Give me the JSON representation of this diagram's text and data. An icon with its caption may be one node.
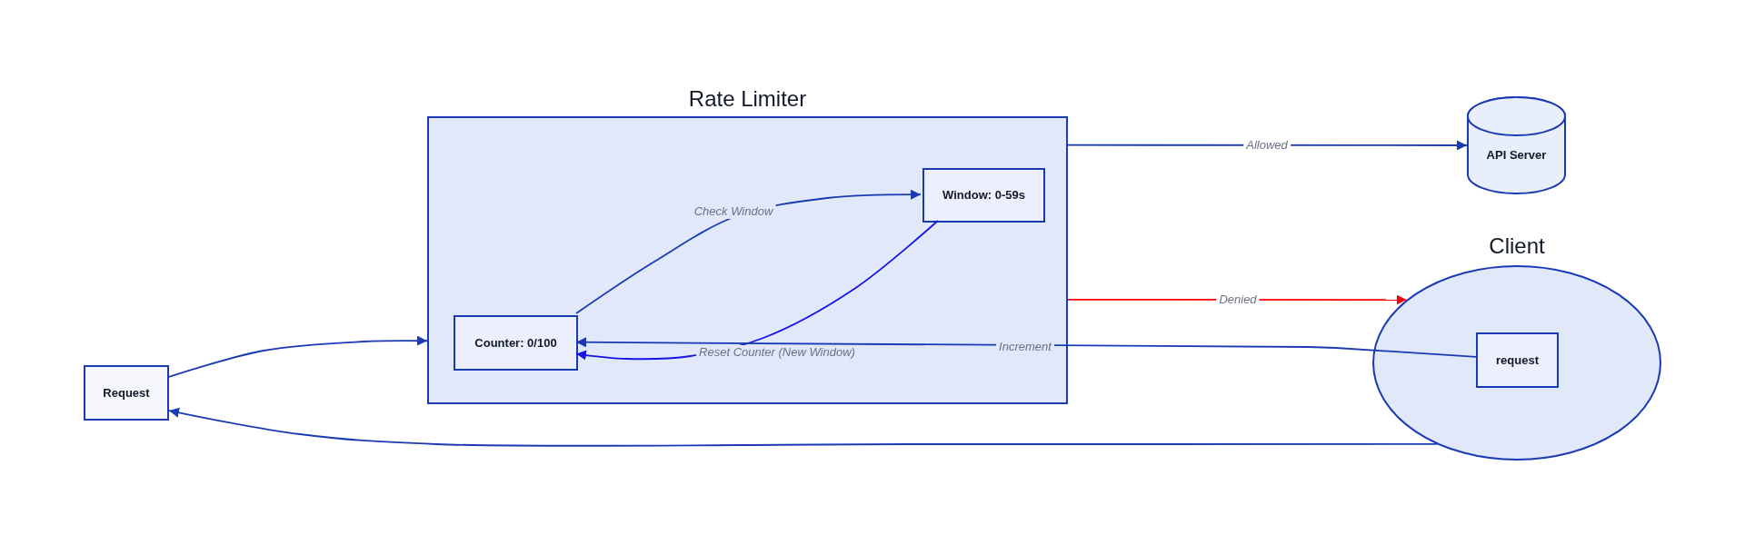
{
  "diagram": {
    "nodes": [
      {
        "text": [
          "Request"
        ]
      },
      {
        "text": [
          "Rate Limiter"
        ]
      },
      {
        "text": [
          "Counter: 0/100"
        ],
        "in": 1
      },
      {
        "text": [
          "Window: 0-59s"
        ],
        "in": 1
      },
      {
        "text": [
          "API Server"
        ]
      },
      {
        "text": [
          "Client"
        ]
      },
      {
        "text": [
          "request"
        ],
        "in": 5
      }
    ],
    "edges": [
      {
        "from": 0,
        "to": 1,
        "arrow": "to"
      },
      {
        "from": 2,
        "to": 3,
        "arrow": "to",
        "label": "Check Window"
      },
      {
        "from": 3,
        "to": 2,
        "arrow": "to",
        "label": "Reset Counter (New Window)",
        "color": "#1414e6"
      },
      {
        "from": 6,
        "to": 2,
        "arrow": "to",
        "label": "Increment"
      },
      {
        "from": 1,
        "to": 4,
        "arrow": "to",
        "label": "Allowed"
      },
      {
        "from": 1,
        "to": 5,
        "arrow": "to",
        "label": "Denied",
        "color": "#ff0000"
      },
      {
        "from": 5,
        "to": 0,
        "arrow": "to"
      }
    ]
  }
}
